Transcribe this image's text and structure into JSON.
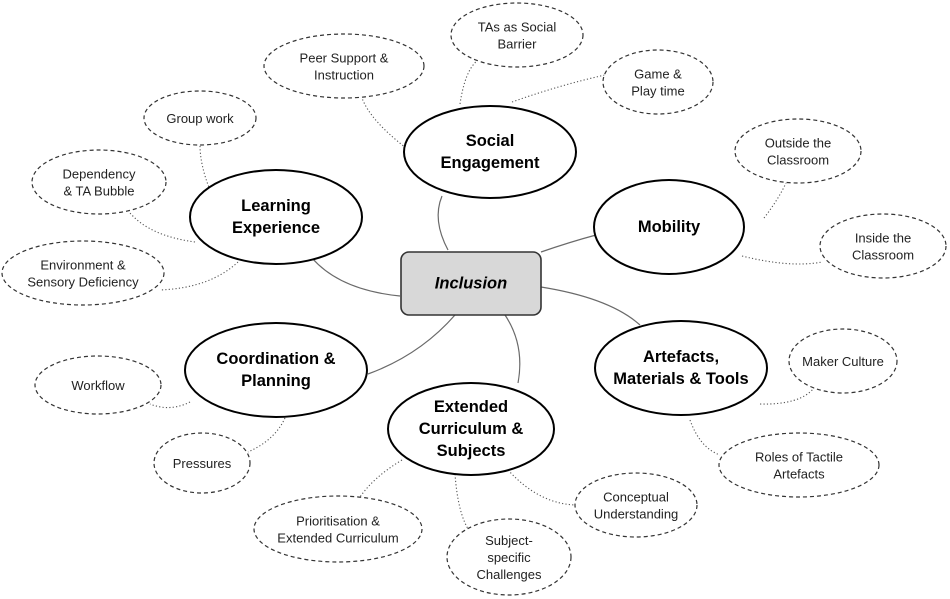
{
  "root": {
    "label": "Inclusion"
  },
  "themes": [
    {
      "id": "social",
      "lines": [
        "Social",
        "Engagement"
      ],
      "subs": [
        {
          "lines": [
            "TAs as Social",
            "Barrier"
          ]
        },
        {
          "lines": [
            "Peer Support &",
            "Instruction"
          ]
        },
        {
          "lines": [
            "Game &",
            "Play time"
          ]
        }
      ]
    },
    {
      "id": "learning",
      "lines": [
        "Learning",
        "Experience"
      ],
      "subs": [
        {
          "lines": [
            "Group work"
          ]
        },
        {
          "lines": [
            "Dependency",
            "& TA Bubble"
          ]
        },
        {
          "lines": [
            "Environment &",
            "Sensory Deficiency"
          ]
        }
      ]
    },
    {
      "id": "mobility",
      "lines": [
        "Mobility"
      ],
      "subs": [
        {
          "lines": [
            "Outside the",
            "Classroom"
          ]
        },
        {
          "lines": [
            "Inside the",
            "Classroom"
          ]
        }
      ]
    },
    {
      "id": "artefacts",
      "lines": [
        "Artefacts,",
        "Materials & Tools"
      ],
      "subs": [
        {
          "lines": [
            "Maker Culture"
          ]
        },
        {
          "lines": [
            "Roles of Tactile",
            "Artefacts"
          ]
        }
      ]
    },
    {
      "id": "coordination",
      "lines": [
        "Coordination &",
        "Planning"
      ],
      "subs": [
        {
          "lines": [
            "Workflow"
          ]
        },
        {
          "lines": [
            "Pressures"
          ]
        }
      ]
    },
    {
      "id": "curriculum",
      "lines": [
        "Extended",
        "Curriculum &",
        "Subjects"
      ],
      "subs": [
        {
          "lines": [
            "Prioritisation &",
            "Extended Curriculum"
          ]
        },
        {
          "lines": [
            "Subject-",
            "specific",
            "Challenges"
          ]
        },
        {
          "lines": [
            "Conceptual",
            "Understanding"
          ]
        }
      ]
    }
  ]
}
